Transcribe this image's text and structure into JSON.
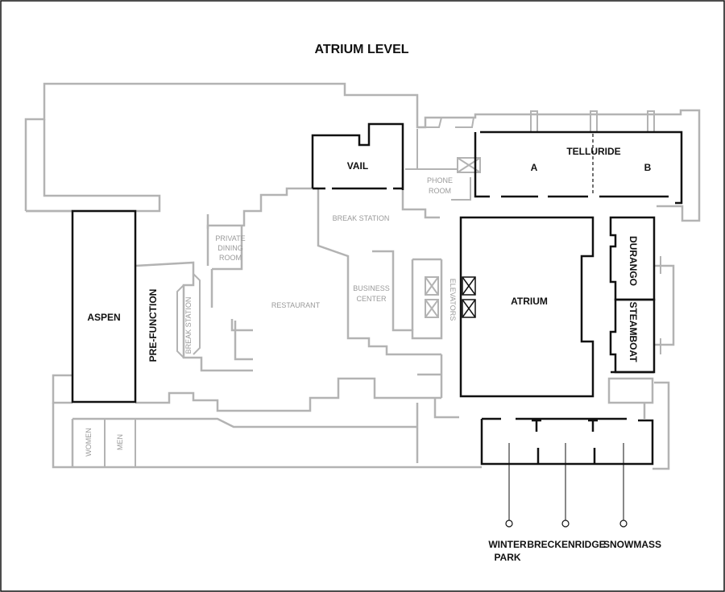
{
  "title": "ATRIUM LEVEL",
  "rooms": {
    "aspen": "ASPEN",
    "pre_function": "PRE-FUNCTION",
    "vail": "VAIL",
    "telluride": "TELLURIDE",
    "telluride_a": "A",
    "telluride_b": "B",
    "atrium": "ATRIUM",
    "durango": "DURANGO",
    "steamboat": "STEAMBOAT",
    "winter_park_line1": "WINTER",
    "winter_park_line2": "PARK",
    "breckenridge": "BRECKENRIDGE",
    "snowmass": "SNOWMASS"
  },
  "areas": {
    "private_dining_line1": "PRIVATE",
    "private_dining_line2": "DINING",
    "private_dining_line3": "ROOM",
    "break_station_top": "BREAK STATION",
    "break_station_side": "BREAK STATION",
    "restaurant": "RESTAURANT",
    "business_center_line1": "BUSINESS",
    "business_center_line2": "CENTER",
    "phone_room_line1": "PHONE",
    "phone_room_line2": "ROOM",
    "elevators": "ELEVATORS",
    "women": "WOMEN",
    "men": "MEN"
  },
  "colors": {
    "meeting_room_outline": "#111111",
    "building_outline": "#b3b3b3",
    "background": "#ffffff"
  }
}
